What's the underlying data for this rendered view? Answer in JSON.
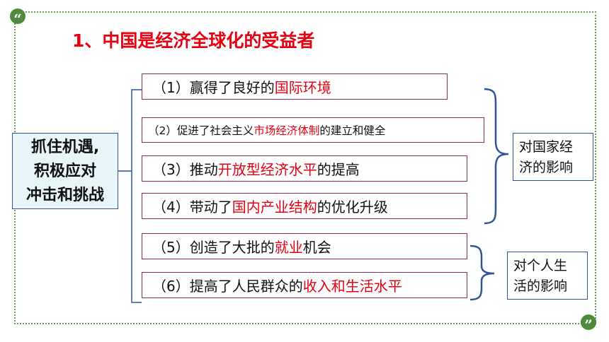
{
  "title": "1、中国是经济全球化的受益者",
  "left_label_lines": [
    "抓住机遇,",
    "积极应对",
    "冲击和挑战"
  ],
  "items": [
    {
      "prefix": "（1）赢得了良好的",
      "highlight": "国际环境",
      "suffix": ""
    },
    {
      "prefix": "（2）促进了社会主义",
      "highlight": "市场经济体制",
      "suffix": "的建立和健全"
    },
    {
      "prefix": "（3）推动",
      "highlight": "开放型经济水平",
      "suffix": "的提高"
    },
    {
      "prefix": "（4）带动了",
      "highlight": "国内产业结构",
      "suffix": "的优化升级"
    },
    {
      "prefix": "（5）创造了大批的",
      "highlight": "就业",
      "suffix": "机会"
    },
    {
      "prefix": "（6）提高了人民群众的",
      "highlight": "收入和生活水平",
      "suffix": ""
    }
  ],
  "group_labels": [
    {
      "lines": [
        "对国家经",
        "济的影响"
      ]
    },
    {
      "lines": [
        "对个人生",
        "活的影响"
      ]
    }
  ],
  "colors": {
    "highlight": "#e60012",
    "frame": "#6a9a55",
    "item_border": "#8a2a56",
    "bracket": "#2f5597",
    "left_box_fill": "#e7f5f8"
  },
  "icons": [
    "quote-open-icon",
    "quote-close-icon"
  ]
}
